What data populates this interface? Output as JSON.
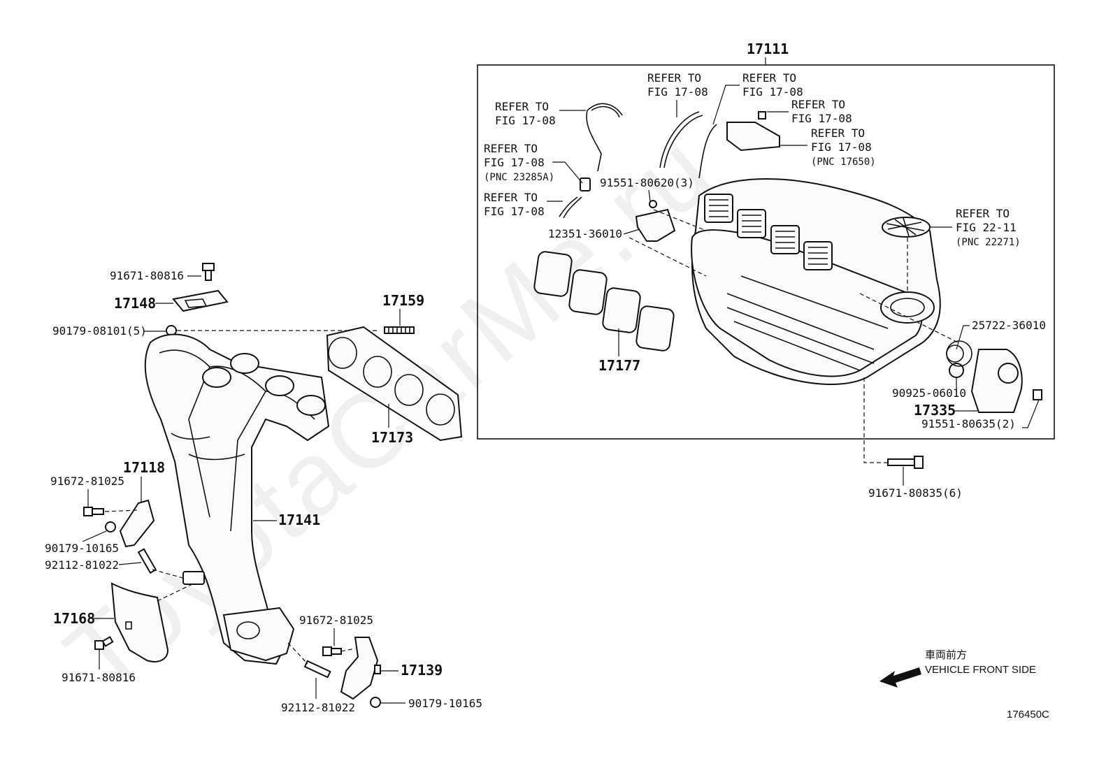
{
  "watermark": "ToyotaCarMe.ru",
  "direction": {
    "japanese": "車両前方",
    "english": "VEHICLE FRONT SIDE",
    "arrow_icon": "left-arrow-icon"
  },
  "figure_code": "176450C",
  "intake_box_label": "17111",
  "refer": {
    "r1": {
      "line1": "REFER TO",
      "line2": "FIG 17-08"
    },
    "r2": {
      "line1": "REFER TO",
      "line2": "FIG 17-08",
      "line3": "(PNC 23285A)"
    },
    "r3": {
      "line1": "REFER TO",
      "line2": "FIG 17-08"
    },
    "r4": {
      "line1": "REFER TO",
      "line2": "FIG 17-08"
    },
    "r5": {
      "line1": "REFER TO",
      "line2": "FIG 17-08"
    },
    "r6": {
      "line1": "REFER TO",
      "line2": "FIG 17-08"
    },
    "r7": {
      "line1": "REFER TO",
      "line2": "FIG 17-08",
      "line3": "(PNC 17650)"
    },
    "r8": {
      "line1": "REFER TO",
      "line2": "FIG 22-11",
      "line3": "(PNC 22271)"
    }
  },
  "parts": {
    "p91551_80620": "91551-80620(3)",
    "p12351_36010": "12351-36010",
    "p17177": "17177",
    "p25722_36010": "25722-36010",
    "p90925_06010": "90925-06010",
    "p17335": "17335",
    "p91551_80635": "91551-80635(2)",
    "p91671_80835": "91671-80835(6)",
    "p91671_80816_top": "91671-80816",
    "p17148": "17148",
    "p90179_08101": "90179-08101(5)",
    "p17159": "17159",
    "p17173": "17173",
    "p17118": "17118",
    "p91672_81025_left": "91672-81025",
    "p90179_10165_left": "90179-10165",
    "p92112_81022_left": "92112-81022",
    "p17141": "17141",
    "p17168": "17168",
    "p91671_80816_bottom": "91671-80816",
    "p91672_81025_right": "91672-81025",
    "p17139": "17139",
    "p92112_81022_right": "92112-81022",
    "p90179_10165_right": "90179-10165"
  }
}
